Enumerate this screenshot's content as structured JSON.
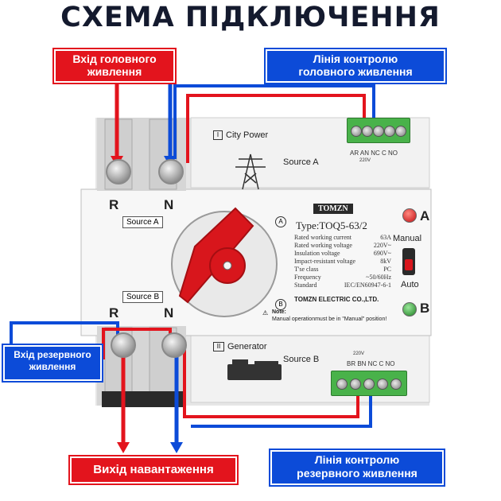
{
  "title": "СХЕМА ПІДКЛЮЧЕННЯ",
  "labels": {
    "main_in": "Вхід головного\nживлення",
    "main_ctrl": "Лінія контролю\nголовного живлення",
    "reserve_in": "Вхід резервного\nживлення",
    "load_out": "Вихід навантаження",
    "reserve_ctrl": "Лінія контролю\nрезервного живлення"
  },
  "device": {
    "source_a_top": "City Power",
    "source_a_text": "Source A",
    "source_b_top": "Generator",
    "source_b_text": "Source B",
    "pole_r_top": "R",
    "pole_n_top": "N",
    "pole_r_bottom": "R",
    "pole_n_bottom": "N",
    "tag_source_a": "Source A",
    "tag_source_b": "Source B",
    "brand": "TOMZN",
    "type": "Type:TOQ5-63/2",
    "specs": [
      {
        "k": "Rated working current",
        "v": "63A"
      },
      {
        "k": "Rated working voltage",
        "v": "220V~"
      },
      {
        "k": "Insulation voltage",
        "v": "690V~"
      },
      {
        "k": "Impact-resistant voltage",
        "v": "8kV"
      },
      {
        "k": "T'se class",
        "v": "PC"
      },
      {
        "k": "Frequency",
        "v": "~50/60Hz"
      },
      {
        "k": "Standard",
        "v": "IEC/EN60947-6-1"
      }
    ],
    "company": "TOMZN ELECTRIC CO.,LTD.",
    "note_label": "Note:",
    "note_text": "Manual operationmust be in \"Manual\" position!",
    "mark_a": "A",
    "mark_b": "B",
    "dial_a": "A",
    "dial_b": "B",
    "manual": "Manual",
    "auto": "Auto",
    "top_terminal": "AR AN NC C NO",
    "top_voltage": "220V",
    "bottom_terminal": "BR BN NC C NO",
    "bottom_voltage": "220V",
    "roman_1": "I",
    "roman_2": "II"
  },
  "colors": {
    "red": "#e3141d",
    "blue": "#0c4bd8",
    "title": "#141a2e",
    "terminal": "#49b24a",
    "knob": "#d8161c"
  }
}
